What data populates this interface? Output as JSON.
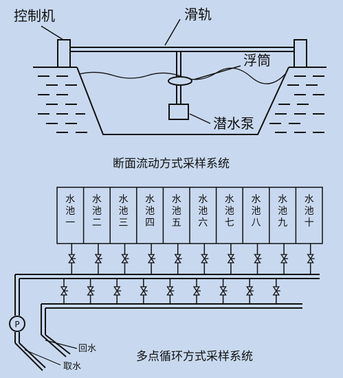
{
  "top_diagram": {
    "labels": {
      "controller": "控制机",
      "rail": "滑轨",
      "float": "浮筒",
      "pump": "潜水泵"
    },
    "caption": "断面流动方式采样系统"
  },
  "bottom_diagram": {
    "tanks": [
      {
        "line1": "水",
        "line2": "池",
        "line3": "一"
      },
      {
        "line1": "水",
        "line2": "池",
        "line3": "二"
      },
      {
        "line1": "水",
        "line2": "池",
        "line3": "三"
      },
      {
        "line1": "水",
        "line2": "池",
        "line3": "四"
      },
      {
        "line1": "水",
        "line2": "池",
        "line3": "五"
      },
      {
        "line1": "水",
        "line2": "池",
        "line3": "六"
      },
      {
        "line1": "水",
        "line2": "池",
        "line3": "七"
      },
      {
        "line1": "水",
        "line2": "池",
        "line3": "八"
      },
      {
        "line1": "水",
        "line2": "池",
        "line3": "九"
      },
      {
        "line1": "水",
        "line2": "池",
        "line3": "十"
      }
    ],
    "pump_symbol": "P",
    "return_label": "回水",
    "intake_label": "取水",
    "caption": "多点循环方式采样系统"
  }
}
